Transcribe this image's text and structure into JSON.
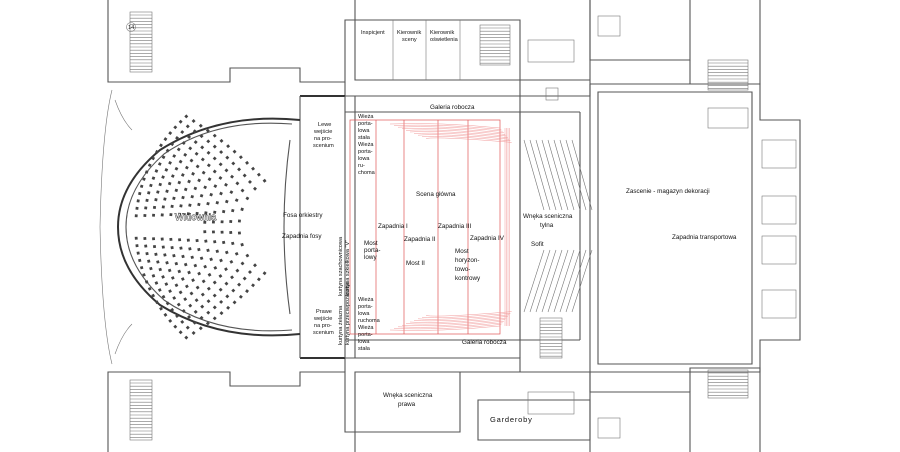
{
  "labels": {
    "widownia": "Widownia",
    "fosa": "Fosa orkiestry",
    "zapadnia_fosy": "Zapadnia fosy",
    "galeria_top": "Galeria robocza",
    "galeria_bottom": "Galeria robocza",
    "scena_glowna": "Scena główna",
    "zapadnia_1": "Zapadnia I",
    "zapadnia_2": "Zapadnia II",
    "zapadnia_3": "Zapadnia III",
    "zapadnia_4": "Zapadnia IV",
    "most_1": [
      "Most",
      "porta-",
      "lowy"
    ],
    "most_2": "Most II",
    "most_h": [
      "Most",
      "horyzon-",
      "towo-",
      "kontrowy"
    ],
    "wneka_tylna": [
      "Wnęka sceniczna",
      "tylna"
    ],
    "sofit": "Sofit",
    "wneka_prawa": [
      "Wnęka sceniczna",
      "prawa"
    ],
    "zascenie": "Zascenie - magazyn dekoracji",
    "zapadnia_transport": "Zapadnia transportowa",
    "garderoby": "Garderoby",
    "inspicjent": "Inspicjent",
    "kierownik_sceny": [
      "Kierownik",
      "sceny"
    ],
    "kierownik_osw": [
      "Kierownik",
      "oświetlenia"
    ],
    "lewe_wejscie": [
      "Lewe",
      "wejście",
      "na pro-",
      "scenium"
    ],
    "prawe_wejscie": [
      "Prawe",
      "wejście",
      "na pro-",
      "scenium"
    ],
    "wieza_stala_top": [
      "Wieża",
      "porta-",
      "lowa",
      "stała"
    ],
    "wieza_ruch_top": [
      "Wieża",
      "porta-",
      "lowa",
      "ru-",
      "choma"
    ],
    "wieza_ruch_bottom": [
      "Wieża",
      "porta-",
      "lowa",
      "ruchoma"
    ],
    "wieza_stala_bottom": [
      "Wieża",
      "porta-",
      "lowa",
      "stała"
    ],
    "kurtyna_zelazna": "kurtyna żelazna",
    "kurtyna_pozarowa": "kurtyna przeciwpożarowa",
    "kurtyna_szach": "kurtyna szachownicowa",
    "kurtyna_v": "kurtyna szkiełkowa \"V\"",
    "room_num": "14"
  },
  "colors": {
    "lines": "#555555",
    "stage_overlay": "#e05555",
    "seats": "#444444"
  }
}
